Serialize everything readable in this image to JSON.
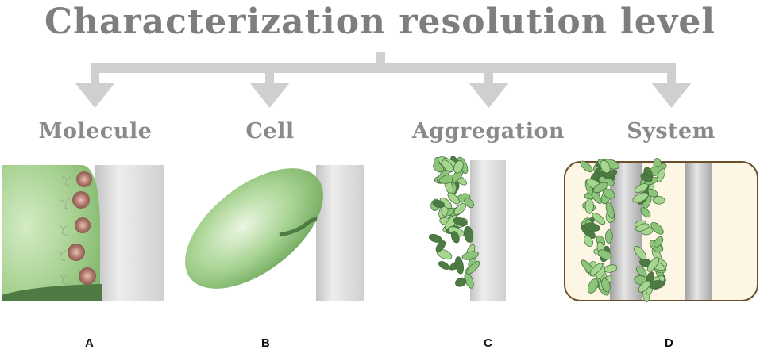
{
  "title": "Characterization resolution level",
  "levels": [
    {
      "label": "Molecule",
      "panel": "A"
    },
    {
      "label": "Cell",
      "panel": "B"
    },
    {
      "label": "Aggregation",
      "panel": "C"
    },
    {
      "label": "System",
      "panel": "D"
    }
  ],
  "colors": {
    "text_gray": "#7e7e7e",
    "arrow_gray": "#cfcfcf",
    "cell_green": "#8cc47a",
    "dark_green": "#4e7a44",
    "surface_gray": "#d6d6d6",
    "system_border": "#6b4f2a",
    "system_fill": "#fdf6e4"
  }
}
